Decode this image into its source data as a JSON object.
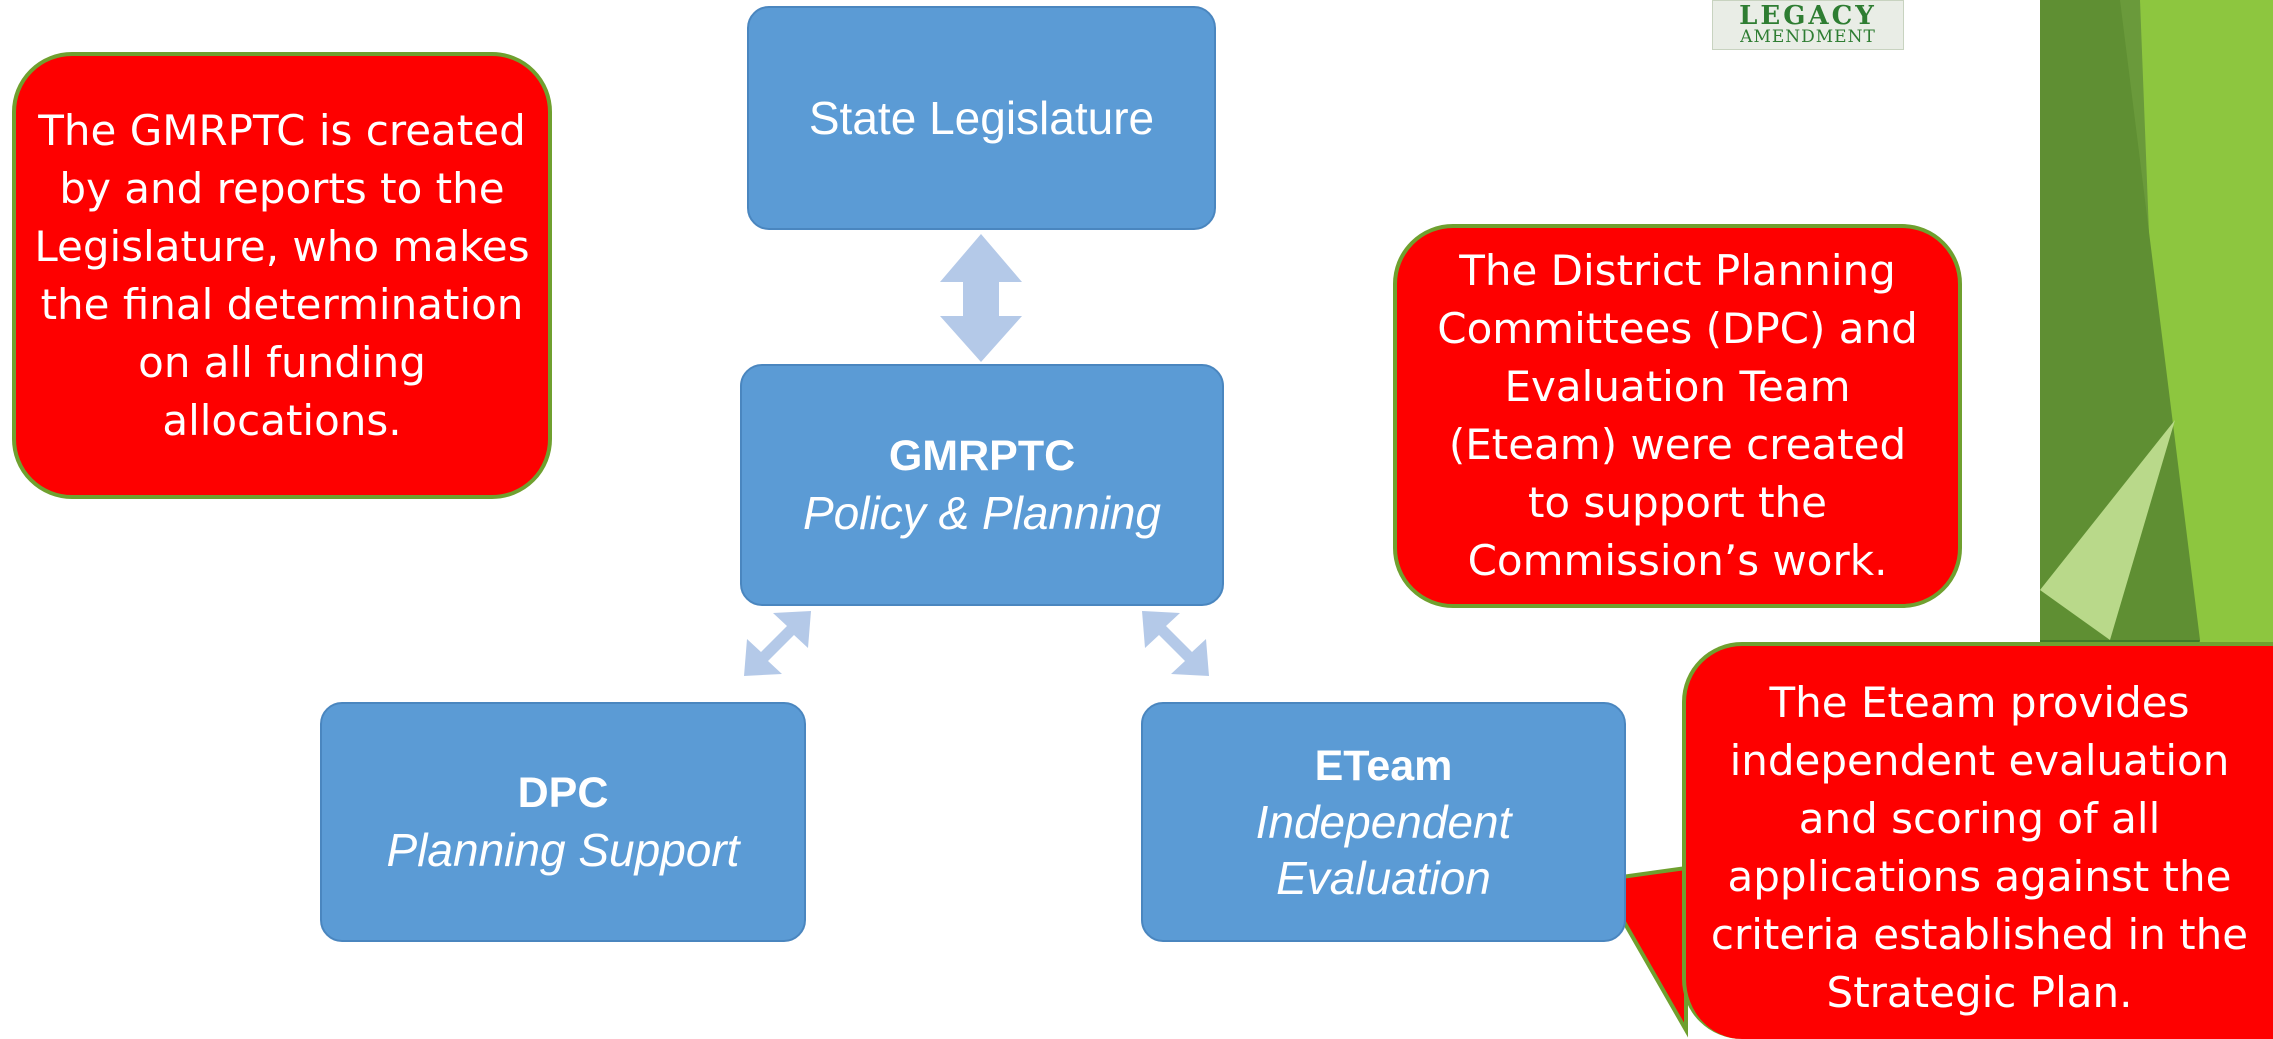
{
  "logo": {
    "line1": "LEGACY",
    "line2": "AMENDMENT"
  },
  "diagram": {
    "state": {
      "name": "State Legislature"
    },
    "gmrptc": {
      "name": "GMRPTC",
      "role": "Policy & Planning"
    },
    "dpc": {
      "name": "DPC",
      "role": "Planning Support"
    },
    "eteam": {
      "name": "ETeam",
      "role_line1": "Independent",
      "role_line2": "Evaluation"
    }
  },
  "callouts": {
    "legislature": "The GMRPTC is created by and reports to the Legislature, who makes the final determination on all funding allocations.",
    "dpc": "The District Planning Committees (DPC) and Evaluation Team (Eteam) were created to support the Commission’s work.",
    "eteam": "The Eteam provides independent evaluation and scoring of all applications against the criteria established in the Strategic Plan."
  },
  "colors": {
    "box_fill": "#5b9bd5",
    "callout_fill": "#fe0000",
    "callout_border": "#6fa02f",
    "arrow_fill": "#b4c9e8",
    "accent_green": "#7cb342"
  }
}
